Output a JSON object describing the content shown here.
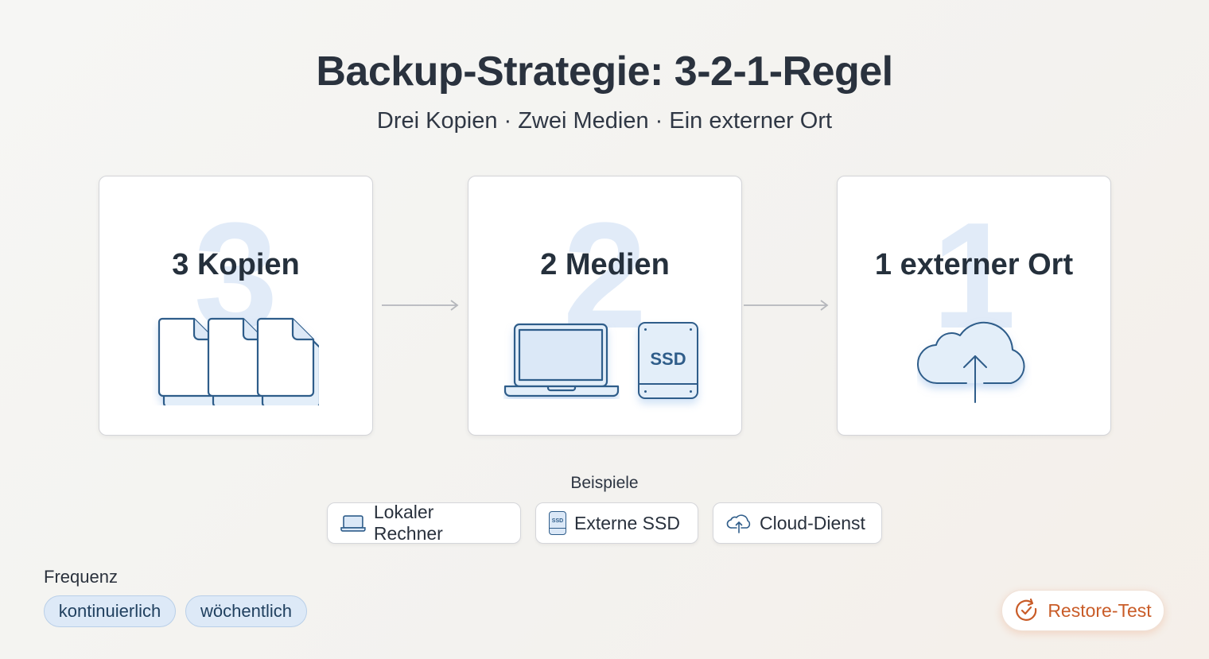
{
  "header": {
    "title": "Backup-Strategie: 3-2-1-Regel",
    "subtitle": "Drei Kopien · Zwei Medien · Ein externer Ort"
  },
  "cards": [
    {
      "number": "3",
      "label": "3 Kopien",
      "icon": "documents-icon"
    },
    {
      "number": "2",
      "label": "2 Medien",
      "icon": "laptop-and-ssd-icon",
      "ssd_text": "SSD"
    },
    {
      "number": "1",
      "label": "1 externer Ort",
      "icon": "cloud-upload-icon"
    }
  ],
  "examples": {
    "label": "Beispiele",
    "items": [
      {
        "label": "Lokaler Rechner",
        "icon": "laptop-icon"
      },
      {
        "label": "Externe SSD",
        "icon": "ssd-icon",
        "icon_text": "SSD"
      },
      {
        "label": "Cloud-Dienst",
        "icon": "cloud-upload-icon"
      }
    ]
  },
  "frequency": {
    "label": "Frequenz",
    "items": [
      "kontinuierlich",
      "wöchentlich"
    ]
  },
  "restore_button": {
    "label": "Restore-Test",
    "icon": "refresh-check-icon"
  },
  "colors": {
    "accent_blue": "#2f5d8a",
    "light_blue": "#e1ebf8",
    "orange": "#c95c28",
    "text_dark": "#27303d"
  }
}
